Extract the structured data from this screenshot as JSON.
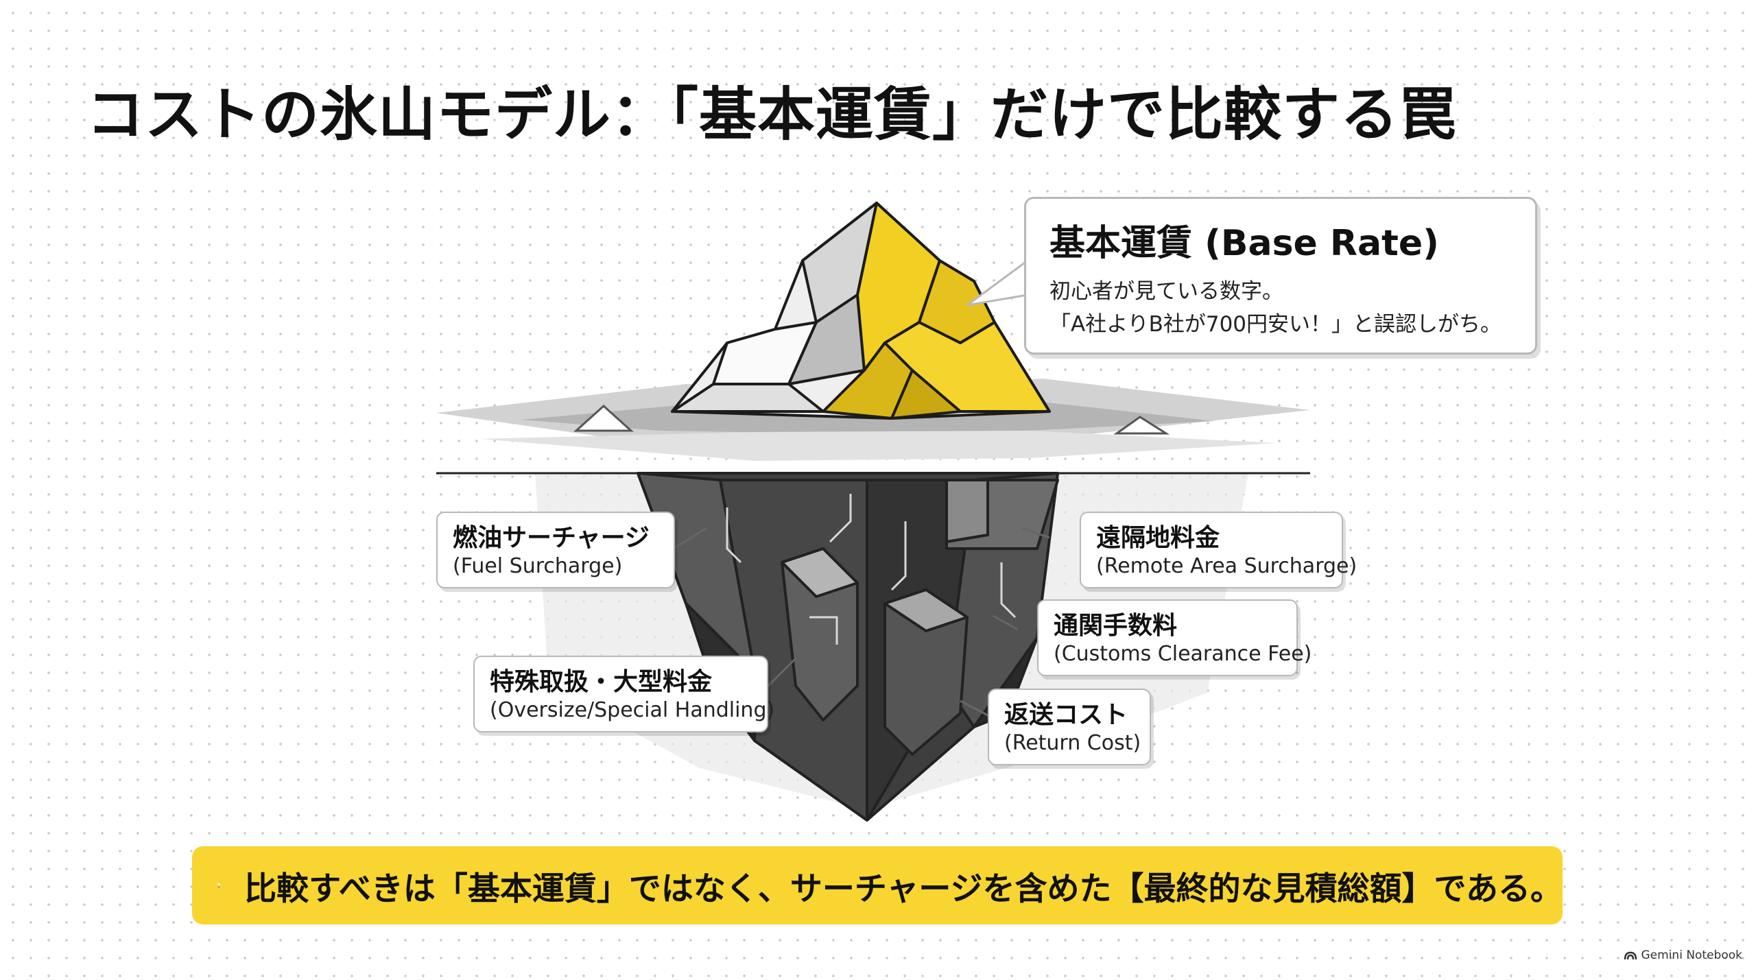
{
  "title": "コストの氷山モデル：「基本運賃」だけで比較する罠",
  "base_rate": {
    "heading": "基本運賃 (Base Rate)",
    "line1": "初心者が見ている数字。",
    "line2": "「A社よりB社が700円安い！」と誤認しがち。"
  },
  "hidden_costs": [
    {
      "ja": "燃油サーチャージ",
      "en": "(Fuel Surcharge)"
    },
    {
      "ja": "遠隔地料金",
      "en": "(Remote Area Surcharge)"
    },
    {
      "ja": "通関手数料",
      "en": "(Customs Clearance Fee)"
    },
    {
      "ja": "特殊取扱・大型料金",
      "en": "(Oversize/Special Handling)"
    },
    {
      "ja": "返送コスト",
      "en": "(Return Cost)"
    }
  ],
  "banner": {
    "icon": "lightbulb-icon",
    "text": "比較すべきは「基本運賃」ではなく、サーチャージを含めた【最終的な見積総額】である。"
  },
  "brand": {
    "label": "Gemini Notebook",
    "icon": "gemini-logo-icon"
  },
  "colors": {
    "accent_yellow": "#f8d531",
    "iceberg_yellow": "#f2cf23",
    "dark_ice": "#3a3a3a",
    "callout_border": "#b8b8b8"
  }
}
